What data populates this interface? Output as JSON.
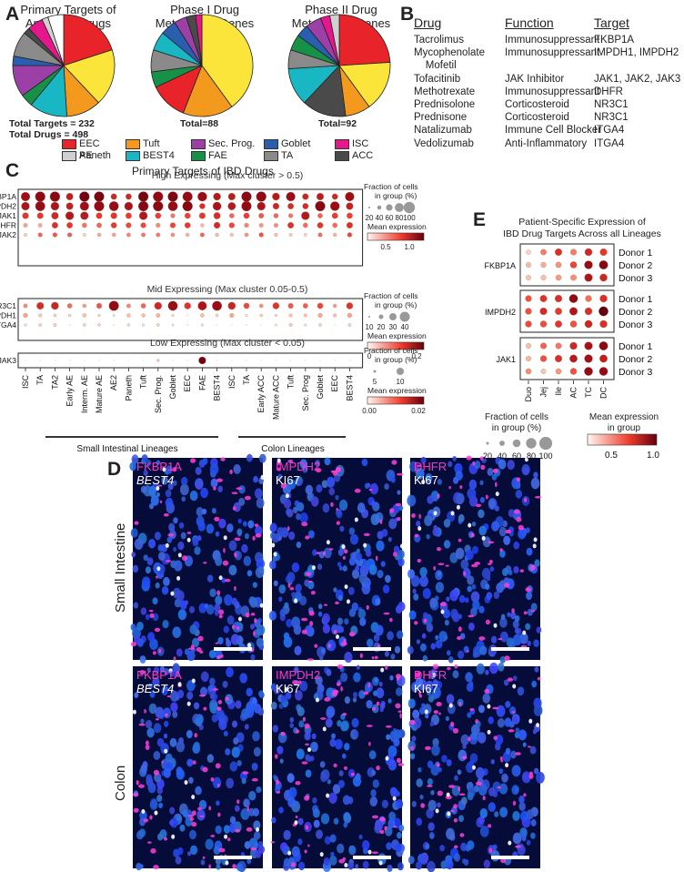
{
  "panelA": {
    "label": "A",
    "pies": [
      {
        "title": "Primary Targets of\nApproved Drugs",
        "footer": [
          "Total Targets = 232",
          "Total Drugs = 498"
        ],
        "slices": [
          {
            "name": "EEC",
            "pct": 20
          },
          {
            "name": "AE",
            "pct": 18
          },
          {
            "name": "Tuft",
            "pct": 11
          },
          {
            "name": "BEST4",
            "pct": 12
          },
          {
            "name": "FAE",
            "pct": 4
          },
          {
            "name": "Sec. Prog.",
            "pct": 10
          },
          {
            "name": "Goblet",
            "pct": 3
          },
          {
            "name": "TA",
            "pct": 8
          },
          {
            "name": "ACC",
            "pct": 2
          },
          {
            "name": "ISC",
            "pct": 5
          },
          {
            "name": "Paneth",
            "pct": 2
          },
          {
            "name": "other",
            "pct": 5
          }
        ]
      },
      {
        "title": "Phase I Drug\nMetabolism Genes",
        "footer": [
          "Total=88"
        ],
        "slices": [
          {
            "name": "AE",
            "pct": 40
          },
          {
            "name": "Tuft",
            "pct": 16
          },
          {
            "name": "EEC",
            "pct": 12
          },
          {
            "name": "FAE",
            "pct": 5
          },
          {
            "name": "TA",
            "pct": 7
          },
          {
            "name": "BEST4",
            "pct": 6
          },
          {
            "name": "Goblet",
            "pct": 5
          },
          {
            "name": "Sec. Prog.",
            "pct": 4
          },
          {
            "name": "ACC",
            "pct": 3
          },
          {
            "name": "ISC",
            "pct": 2
          }
        ]
      },
      {
        "title": "Phase II Drug\nMetabolism Genes",
        "footer": [
          "Total=92"
        ],
        "slices": [
          {
            "name": "EEC",
            "pct": 24
          },
          {
            "name": "AE",
            "pct": 16
          },
          {
            "name": "Tuft",
            "pct": 8
          },
          {
            "name": "ACC",
            "pct": 14
          },
          {
            "name": "BEST4",
            "pct": 12
          },
          {
            "name": "TA",
            "pct": 6
          },
          {
            "name": "FAE",
            "pct": 5
          },
          {
            "name": "Goblet",
            "pct": 4
          },
          {
            "name": "Sec. Prog.",
            "pct": 5
          },
          {
            "name": "ISC",
            "pct": 3
          },
          {
            "name": "Paneth",
            "pct": 3
          }
        ]
      }
    ],
    "legend": [
      {
        "name": "EEC",
        "color": "#e8232a"
      },
      {
        "name": "Tuft",
        "color": "#f39a1e"
      },
      {
        "name": "Sec. Prog.",
        "color": "#9c3fa6"
      },
      {
        "name": "Goblet",
        "color": "#2a5fb0"
      },
      {
        "name": "ISC",
        "color": "#e6168c"
      },
      {
        "name": "AE",
        "color": "#fbe53b"
      },
      {
        "name": "BEST4",
        "color": "#19b6c3"
      },
      {
        "name": "FAE",
        "color": "#169147"
      },
      {
        "name": "TA",
        "color": "#8a8a8a"
      },
      {
        "name": "ACC",
        "color": "#4a4a4a"
      },
      {
        "name": "Paneth",
        "color": "#d0d0d0"
      }
    ],
    "colors": {
      "EEC": "#e8232a",
      "AE": "#fbe53b",
      "Tuft": "#f39a1e",
      "BEST4": "#19b6c3",
      "Sec. Prog.": "#9c3fa6",
      "FAE": "#169147",
      "Goblet": "#2a5fb0",
      "TA": "#8a8a8a",
      "ISC": "#e6168c",
      "ACC": "#4a4a4a",
      "Paneth": "#d0d0d0",
      "other": "#ffffff"
    }
  },
  "panelB": {
    "label": "B",
    "headers": [
      "Drug",
      "Function",
      "Target"
    ],
    "rows": [
      [
        "Tacrolimus",
        "Immunosuppressant",
        "FKBP1A"
      ],
      [
        "Mycophenolate\n    Mofetil",
        "Immunosuppressant",
        "IMPDH1, IMPDH2"
      ],
      [
        "Tofacitinib",
        "JAK Inhibitor",
        "JAK1, JAK2, JAK3"
      ],
      [
        "Methotrexate",
        "Immunosuppressant",
        "DHFR"
      ],
      [
        "Prednisolone",
        "Corticosteroid",
        "NR3C1"
      ],
      [
        "Prednisone",
        "Corticosteroid",
        "NR3C1"
      ],
      [
        "Natalizumab",
        "Immune Cell Blocker",
        "ITGA4"
      ],
      [
        "Vedolizumab",
        "Anti-Inflammatory",
        "ITGA4"
      ]
    ]
  },
  "panelC": {
    "label": "C",
    "title": "Primary Targets of IBD Drugs",
    "groups": [
      {
        "title": "High Expressing (Max cluster > 0.5)",
        "genes": [
          "FKBP1A",
          "IMPDH2",
          "JAK1",
          "DHFR",
          "JAK2"
        ],
        "sizeLegendTitle": "Fraction of cells\nin group (%)",
        "sizeTicks": [
          "20",
          "40",
          "60",
          "80",
          "100"
        ],
        "colorTitle": "Mean expression",
        "colorTicks": [
          "0.5",
          "1.0"
        ]
      },
      {
        "title": "Mid Expressing (Max cluster 0.05-0.5)",
        "genes": [
          "NR3C1",
          "IMPDH1",
          "ITGA4"
        ],
        "sizeLegendTitle": "Fraction of cells\nin group (%)",
        "sizeTicks": [
          "10",
          "20",
          "30",
          "40"
        ],
        "colorTitle": "Mean expression",
        "colorTicks": [
          "0",
          "0.2"
        ]
      },
      {
        "title": "Low Expressing (Max cluster < 0.05)",
        "genes": [
          "JAK3"
        ],
        "sizeLegendTitle": "Fraction of cells\nin group (%)",
        "sizeTicks": [
          "5",
          "10"
        ],
        "colorTitle": "Mean expression",
        "colorTicks": [
          "0.00",
          "0.02"
        ]
      }
    ],
    "columns": [
      "ISC",
      "TA",
      "TA2",
      "Early AE",
      "Interm. AE",
      "Mature AE",
      "AE2",
      "Paneth",
      "Tuft",
      "Sec. Prog.",
      "Goblet",
      "EEC",
      "FAE",
      "BEST4",
      "ISC",
      "TA",
      "Early ACC",
      "Mature ACC",
      "Tuft",
      "Sec. Prog",
      "Goblet",
      "EEC",
      "BEST4"
    ],
    "lineages": [
      "Small Intestinal Lineages",
      "Colon Lineages"
    ]
  },
  "panelD": {
    "label": "D",
    "rows": [
      {
        "name": "Small Intestine",
        "images": [
          {
            "l1": "FKBP1A",
            "l2": "BEST4",
            "l2italic": true
          },
          {
            "l1": "IMPDH2",
            "l2": "KI67",
            "l2italic": false
          },
          {
            "l1": "DHFR",
            "l2": "KI67",
            "l2italic": false
          }
        ]
      },
      {
        "name": "Colon",
        "images": [
          {
            "l1": "FKBP1A",
            "l2": "BEST4",
            "l2italic": true
          },
          {
            "l1": "IMPDH2",
            "l2": "KI67",
            "l2italic": false
          },
          {
            "l1": "DHFR",
            "l2": "KI67",
            "l2italic": false
          }
        ]
      }
    ]
  },
  "panelE": {
    "label": "E",
    "title": "Patient-Specific Expression of\nIBD Drug Targets Across all Lineages",
    "genes": [
      "FKBP1A",
      "IMPDH2",
      "JAK1"
    ],
    "donors": [
      "Donor 1",
      "Donor 2",
      "Donor 3"
    ],
    "columns": [
      "Duo",
      "Jej",
      "Ile",
      "AC",
      "TC",
      "DC"
    ],
    "sizeLegendTitle": "Fraction of cells\nin group (%)",
    "sizeTicks": [
      "20",
      "40",
      "60",
      "80",
      "100"
    ],
    "colorTitle": "Mean expression\nin group",
    "colorTicks": [
      "0.5",
      "1.0"
    ]
  }
}
